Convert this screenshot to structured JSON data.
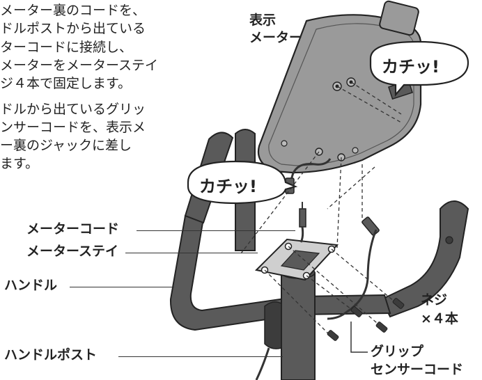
{
  "instructions": {
    "step1": [
      "メーター裏のコードを、",
      "ドルポストから出ている",
      "ターコードに接続し、",
      "メーターをメーターステイ",
      "ジ４本で固定します。"
    ],
    "step2": [
      "ドルから出ているグリッ",
      "ンサーコードを、表示メ",
      "ー裏のジャックに差し",
      "ます。"
    ]
  },
  "labels": {
    "display_meter": [
      "表示",
      "メーター"
    ],
    "meter_cord": "メーターコード",
    "meter_stay": "メーターステイ",
    "handle": "ハンドル",
    "handle_post": "ハンドルポスト",
    "screws": [
      "ネジ",
      "×４本"
    ],
    "grip_sensor_cord": [
      "グリップ",
      "センサーコード"
    ]
  },
  "bubbles": {
    "upper": "カチッ!",
    "lower": "カチッ!"
  },
  "colors": {
    "part_fill": "#5a5a5a",
    "part_dark": "#3c3c3c",
    "meter_fill": "#9a9a9a",
    "plate_fill": "#cfcfcf",
    "outline": "#222222"
  }
}
